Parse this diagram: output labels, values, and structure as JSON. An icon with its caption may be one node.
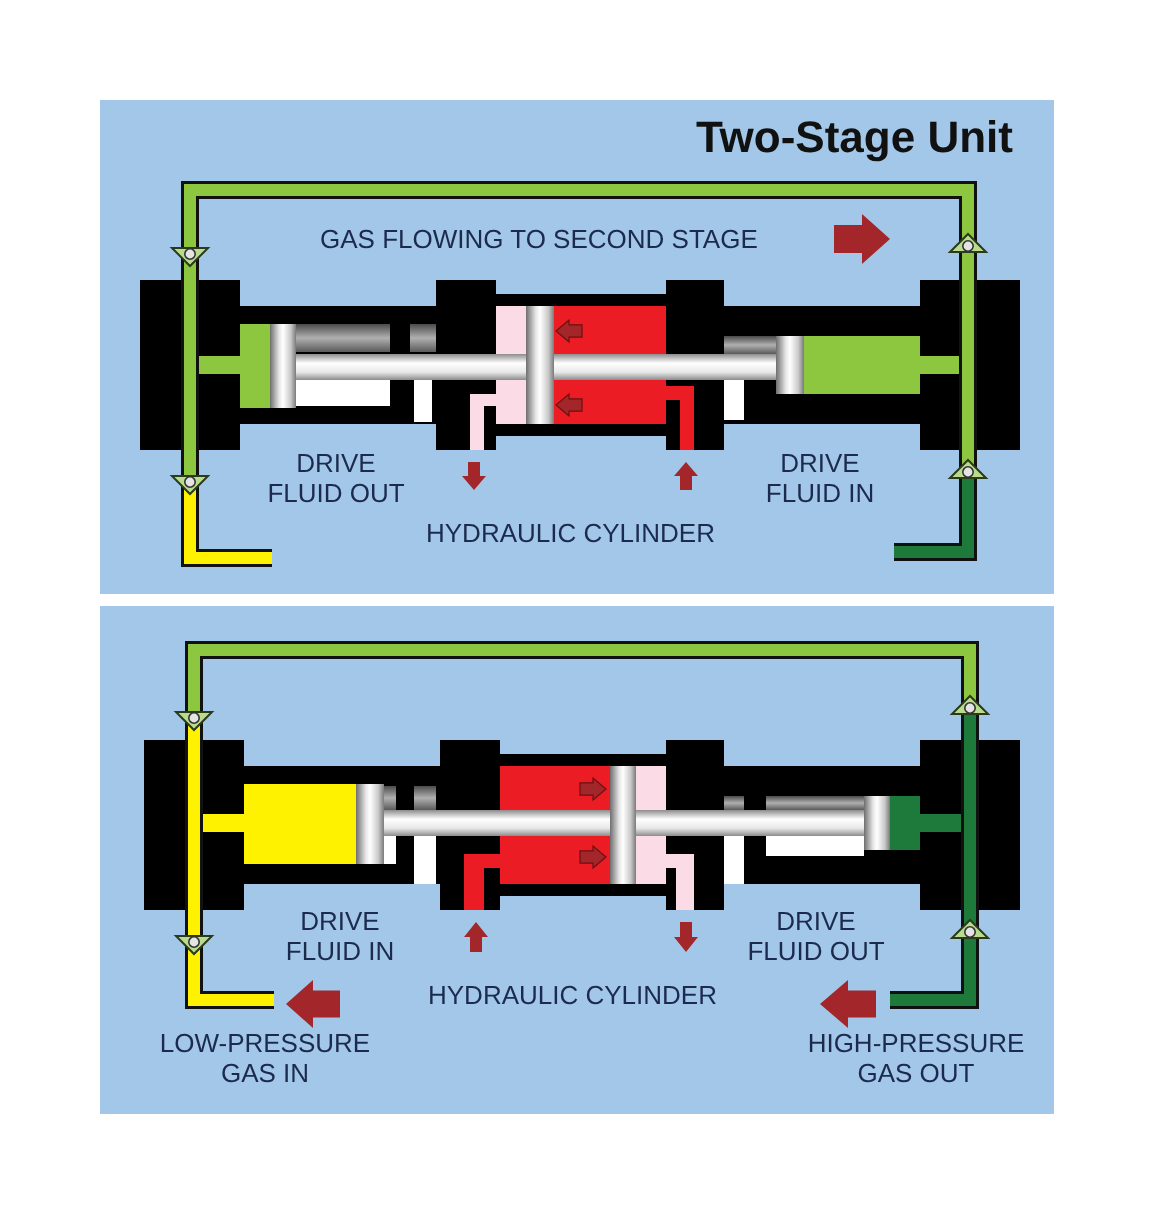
{
  "diagram": {
    "title": "Two-Stage Unit",
    "labels": [
      "GAS FLOWING TO SECOND STAGE",
      "DRIVE FLUID OUT",
      "DRIVE FLUID IN",
      "HYDRAULIC CYLINDER",
      "DRIVE FLUID IN",
      "DRIVE FLUID OUT",
      "HYDRAULIC CYLINDER",
      "LOW-PRESSURE GAS IN",
      "HIGH-PRESSURE GAS OUT"
    ]
  }
}
